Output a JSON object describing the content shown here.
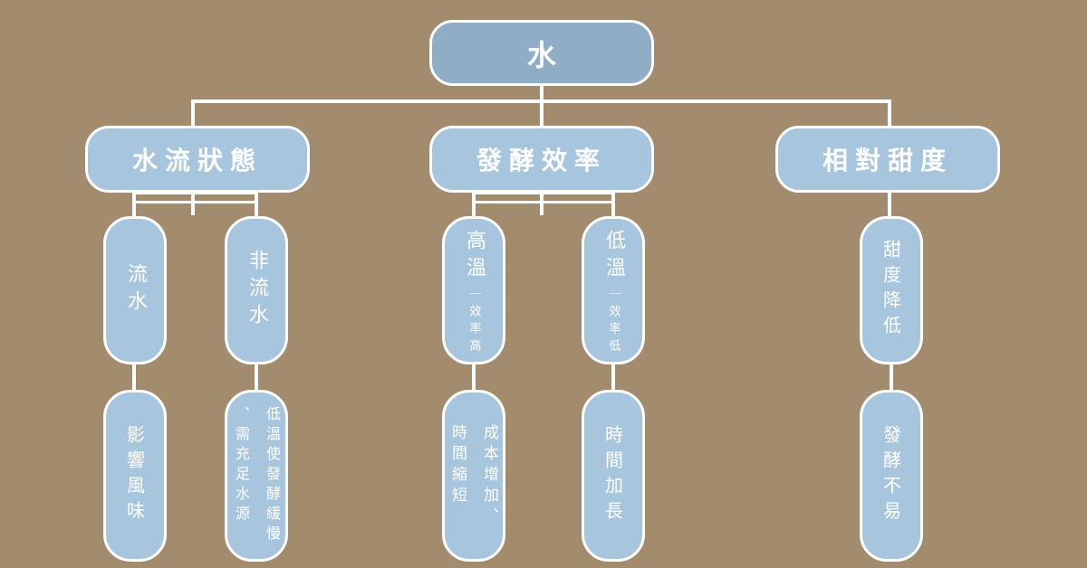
{
  "root": "水",
  "branches": [
    {
      "label": "水流狀態"
    },
    {
      "label": "發酵效率"
    },
    {
      "label": "相對甜度"
    }
  ],
  "level3": {
    "flowing": "流水",
    "non_flowing": "非流水",
    "high_temp": {
      "main": "高溫",
      "sub": "｜效率高"
    },
    "low_temp": {
      "main": "低溫",
      "sub": "｜效率低"
    },
    "sweet_down": "甜度降低"
  },
  "level4": {
    "flowing": "影響風味",
    "non_flowing": [
      "低溫使發酵緩慢",
      "、需充足水源"
    ],
    "high_temp": [
      "成本增加、",
      "時間縮短"
    ],
    "low_temp": "時間加長",
    "sweet_down": "發酵不易"
  }
}
